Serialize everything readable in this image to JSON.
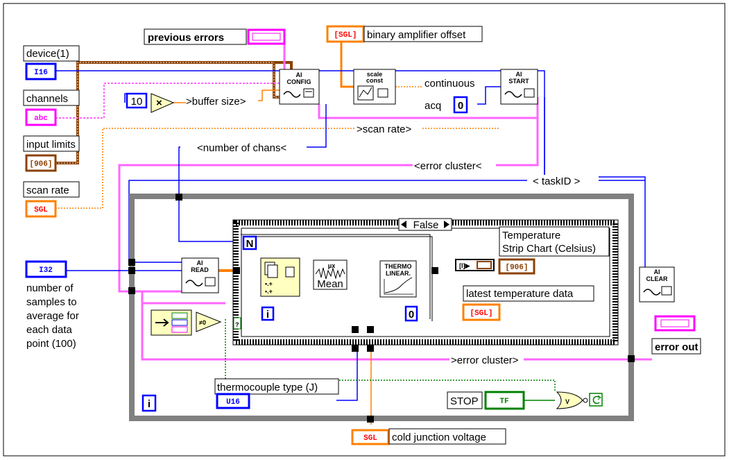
{
  "labels": {
    "previous_errors": "previous errors",
    "binary_amplifier_offset": "binary amplifier offset",
    "device": "device(1)",
    "channels": "channels",
    "input_limits": "input limits",
    "scan_rate": "scan rate",
    "number_of_samples": [
      "number of",
      "samples to",
      "average for",
      "each data",
      "point (100)"
    ],
    "buffer_size": ">buffer size>",
    "continuous": "continuous",
    "acq": "acq",
    "scan_rate_wire": ">scan rate>",
    "number_of_chans": "<number of chans<",
    "error_cluster_in": "<error cluster<",
    "task_id": "< taskID >",
    "temperature_chart": [
      "Temperature",
      "Strip Chart (Celsius)"
    ],
    "latest_temp": "latest temperature data",
    "error_cluster_out": ">error cluster>",
    "error_out": "error out",
    "thermocouple_type": "thermocouple type (J)",
    "stop": "STOP",
    "cold_junction": "cold junction voltage",
    "case_selector": "False"
  },
  "constants": {
    "ten": "10",
    "zero_acq": "0",
    "zero_case": "0"
  },
  "nodes": {
    "ai_config": [
      "AI",
      "CONFIG"
    ],
    "ai_start": [
      "AI",
      "START"
    ],
    "ai_read": [
      "AI",
      "READ"
    ],
    "ai_clear": [
      "AI",
      "CLEAR"
    ],
    "scale_const": [
      "scale",
      "const"
    ],
    "thermo": [
      "THERMO",
      "LINEAR."
    ],
    "mean": "Mean",
    "mean_symbol": "μx",
    "loop_n": "N",
    "loop_i": "i",
    "while_i": "i"
  },
  "terminals": {
    "i16": "I16",
    "abc": "abc",
    "sgl": "SGL",
    "i32": "I32",
    "u16": "U16",
    "tf": "TF",
    "dbl": "[906]",
    "sgl_r": "[SGL]"
  },
  "colors": {
    "int_blue": "#0000ff",
    "string_pink": "#ff00ff",
    "float_orange": "#ff8000",
    "cluster_brown": "#8b4000",
    "bool_green": "#008000",
    "error_pink": "#ff66ff",
    "loop_gray": "#808080"
  }
}
